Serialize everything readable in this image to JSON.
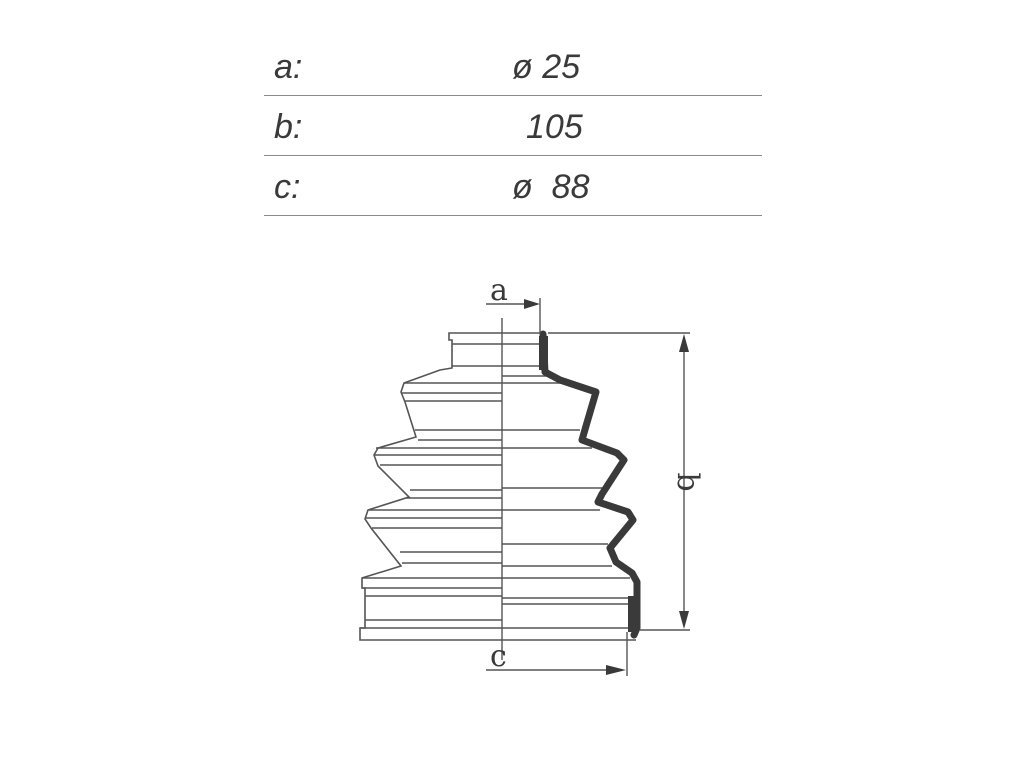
{
  "spec": {
    "rows": [
      {
        "label": "a:",
        "value": "ø 25"
      },
      {
        "label": "b:",
        "value": "105"
      },
      {
        "label": "c:",
        "value": "ø  88"
      }
    ]
  },
  "diagram": {
    "label_a": "a",
    "label_b": "b",
    "label_c": "c"
  }
}
